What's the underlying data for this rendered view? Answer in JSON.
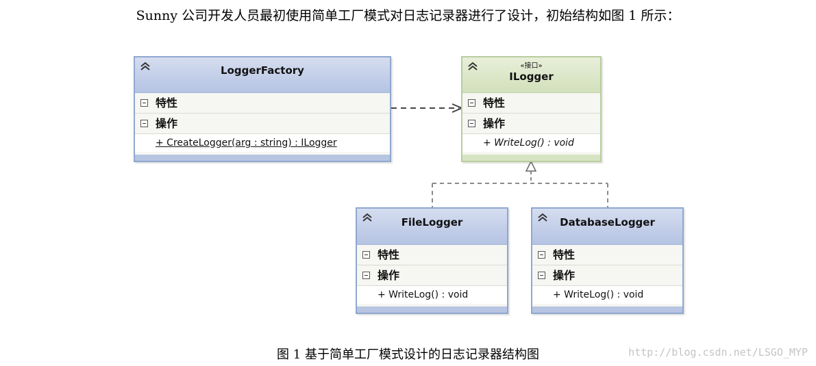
{
  "intro_text": "Sunny 公司开发人员最初使用简单工厂模式对日志记录器进行了设计，初始结构如图 1 所示：",
  "caption": "图 1  基于简单工厂模式设计的日志记录器结构图",
  "watermark": "http://blog.csdn.net/LSGO_MYP",
  "compartments": {
    "attributes": "特性",
    "operations": "操作"
  },
  "classes": {
    "logger_factory": {
      "name": "LoggerFactory",
      "operation": "+ CreateLogger(arg : string) : ILogger"
    },
    "ilogger": {
      "stereotype": "«接口»",
      "name": "ILogger",
      "operation": "+ WriteLog() : void"
    },
    "file_logger": {
      "name": "FileLogger",
      "operation": "+ WriteLog() : void"
    },
    "database_logger": {
      "name": "DatabaseLogger",
      "operation": "+ WriteLog() : void"
    }
  },
  "colors": {
    "class_border": "#8fa7d0",
    "interface_border": "#b9cc9d",
    "connector": "#555555"
  },
  "icons": [
    "collapse-chevron-icon",
    "compartment-minus-icon",
    "open-arrow-head",
    "hollow-triangle-head"
  ]
}
